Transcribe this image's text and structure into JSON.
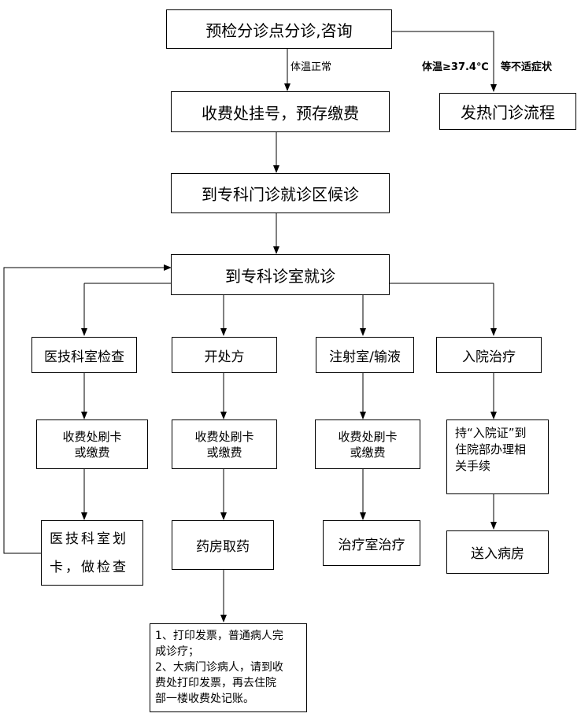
{
  "nodes": {
    "triage": "预检分诊点分诊,咨询",
    "register": "收费处挂号，预存缴费",
    "wait": "到专科门诊就诊区候诊",
    "visit": "到专科诊室就诊",
    "fever": "发热门诊流程",
    "exam": "医技科室检查",
    "prescribe": "开处方",
    "infusion": "注射室/输液",
    "admit": "入院治疗",
    "pay1_l1": "收费处刷卡",
    "pay1_l2": "或缴费",
    "pay2_l1": "收费处刷卡",
    "pay2_l2": "或缴费",
    "pay3_l1": "收费处刷卡",
    "pay3_l2": "或缴费",
    "admit_cert_l1": "持“入院证”到",
    "admit_cert_l2": "住院部办理相",
    "admit_cert_l3": "关手续",
    "exam_card_l1": "医技科室划",
    "exam_card_l2": "卡，做检查",
    "pharmacy": "药房取药",
    "treat_room": "治疗室治疗",
    "ward": "送入病房",
    "note_l1": "1、打印发票，普通病人完",
    "note_l2": "成诊疗；",
    "note_l3": "2、大病门诊病人，请到收",
    "note_l4": "费处打印发票，再去住院",
    "note_l5": "部一楼收费处记账。"
  },
  "labels": {
    "normal_temp": "体温正常",
    "fever_temp": "体温≥37.4℃",
    "unwell": "等不适症状"
  }
}
